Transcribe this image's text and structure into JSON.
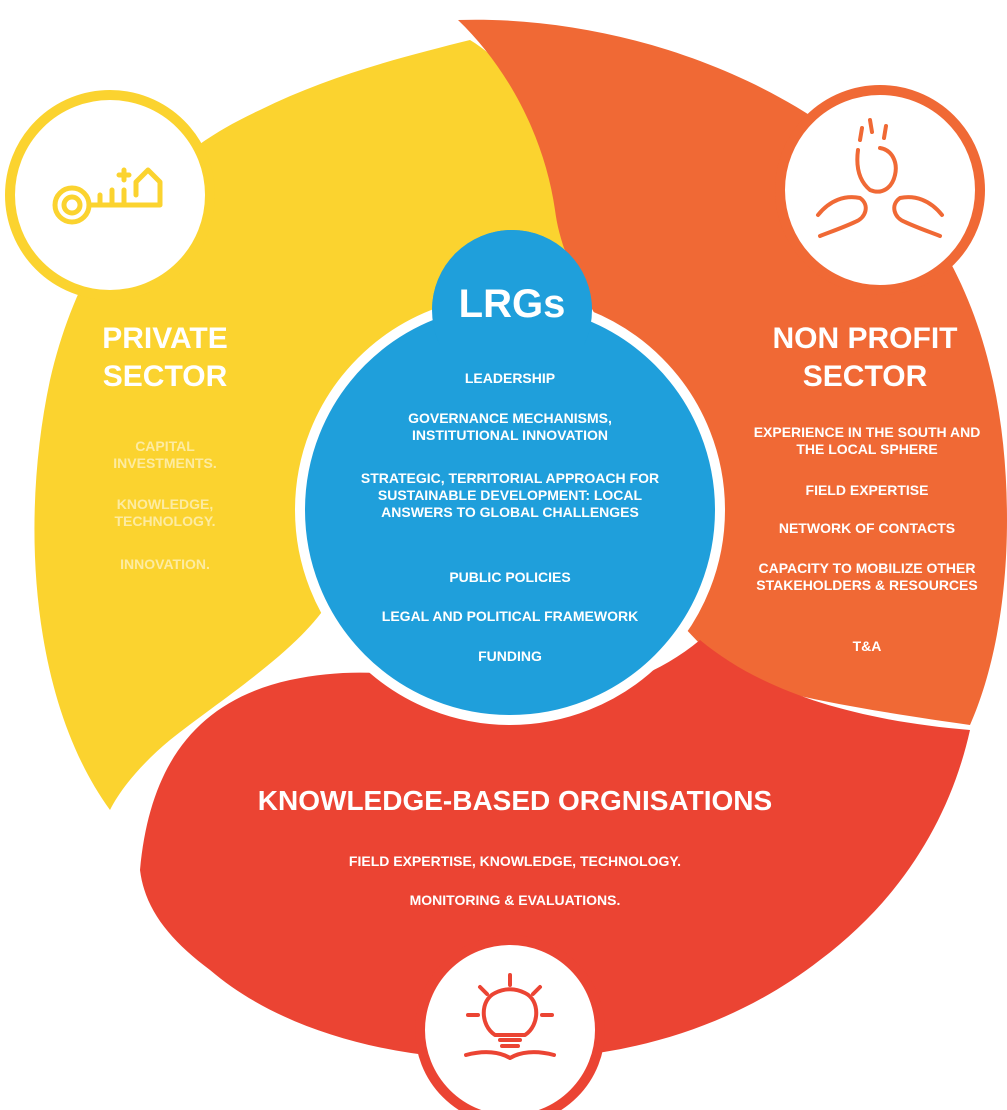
{
  "colors": {
    "private": "#FBD32F",
    "nonprofit": "#F06935",
    "knowledge": "#EB4433",
    "lrgs": "#1F9FDB"
  },
  "private": {
    "title_line1": "PRIVATE",
    "title_line2": "SECTOR",
    "icon": "key-house-icon",
    "items": [
      "CAPITAL INVESTMENTS.",
      "KNOWLEDGE, TECHNOLOGY.",
      "INNOVATION."
    ]
  },
  "nonprofit": {
    "title_line1": "NON PROFIT",
    "title_line2": "SECTOR",
    "icon": "joined-hands-icon",
    "items": [
      "EXPERIENCE IN THE SOUTH AND THE LOCAL SPHERE",
      "FIELD EXPERTISE",
      "NETWORK OF CONTACTS",
      "CAPACITY TO MOBILIZE OTHER STAKEHOLDERS & RESOURCES",
      "T&A"
    ]
  },
  "knowledge": {
    "title": "KNOWLEDGE-BASED ORGNISATIONS",
    "icon": "lightbulb-book-icon",
    "items": [
      "FIELD EXPERTISE, KNOWLEDGE, TECHNOLOGY.",
      "MONITORING & EVALUATIONS."
    ]
  },
  "lrgs": {
    "title": "LRGs",
    "items": [
      "LEADERSHIP",
      "GOVERNANCE MECHANISMS, INSTITUTIONAL INNOVATION",
      "STRATEGIC, TERRITORIAL APPROACH FOR SUSTAINABLE DEVELOPMENT: LOCAL ANSWERS TO GLOBAL CHALLENGES",
      "PUBLIC POLICIES",
      "LEGAL AND POLITICAL FRAMEWORK",
      "FUNDING"
    ]
  }
}
